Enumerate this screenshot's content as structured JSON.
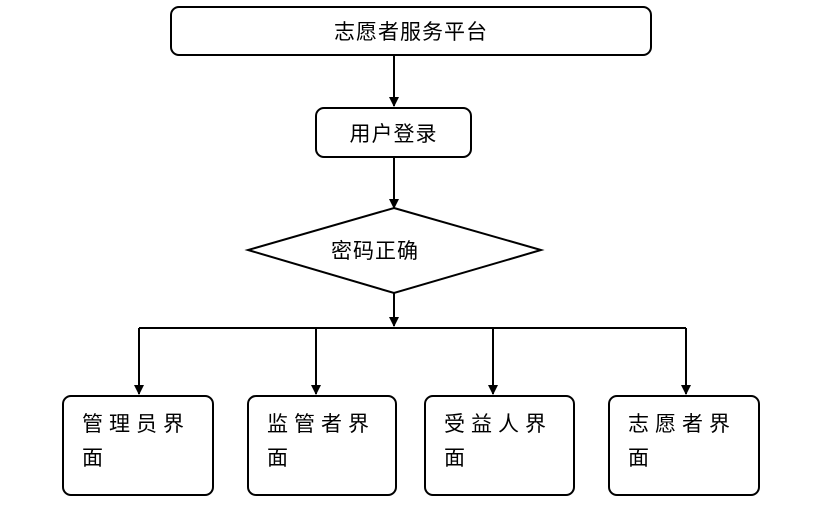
{
  "diagram": {
    "title": "志愿者服务平台",
    "login": "用户登录",
    "decision": "密码正确",
    "outputs": [
      {
        "line1": "管理员界",
        "line2": "面"
      },
      {
        "line1": "监管者界",
        "line2": "面"
      },
      {
        "line1": "受益人界",
        "line2": "面"
      },
      {
        "line1": "志愿者界",
        "line2": "面"
      }
    ]
  }
}
